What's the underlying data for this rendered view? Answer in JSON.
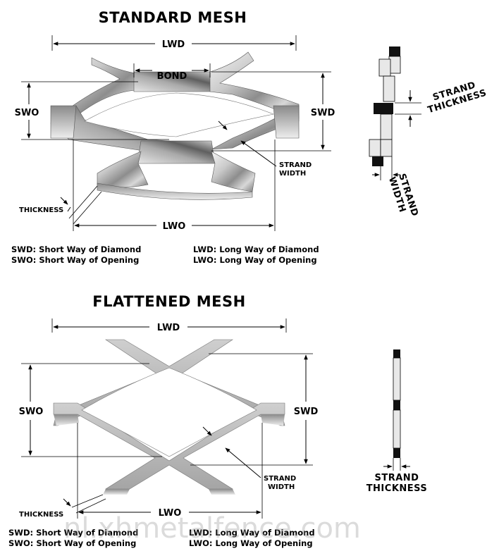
{
  "standard": {
    "title": "STANDARD MESH",
    "lwd": "LWD",
    "bond": "BOND",
    "swo": "SWO",
    "swd": "SWD",
    "strand_width": [
      "STRAND",
      "WIDTH"
    ],
    "thickness": "THICKNESS",
    "lwo": "LWO",
    "legend": {
      "swd": "SWD: Short Way of Diamond",
      "swo": "SWO: Short Way of Opening",
      "lwd": "LWD: Long Way of Diamond",
      "lwo": "LWO: Long Way of Opening"
    },
    "side_view": {
      "strand_thickness": [
        "STRAND",
        "THICKNESS"
      ],
      "strand_width": [
        "STRAND",
        "WIDTH"
      ]
    }
  },
  "flattened": {
    "title": "FLATTENED MESH",
    "lwd": "LWD",
    "swo": "SWO",
    "swd": "SWD",
    "strand_width": [
      "STRAND",
      "WIDTH"
    ],
    "thickness": "THICKNESS",
    "lwo": "LWO",
    "legend": {
      "swd": "SWD: Short Way of Diamond",
      "swo": "SWO: Short Way of Opening",
      "lwd": "LWD: Long Way of Diamond",
      "lwo": "LWO: Long Way of Opening"
    },
    "side_view": {
      "strand_thickness": [
        "STRAND",
        "THICKNESS"
      ]
    }
  },
  "watermark": "nl.xhmetalfence.com"
}
